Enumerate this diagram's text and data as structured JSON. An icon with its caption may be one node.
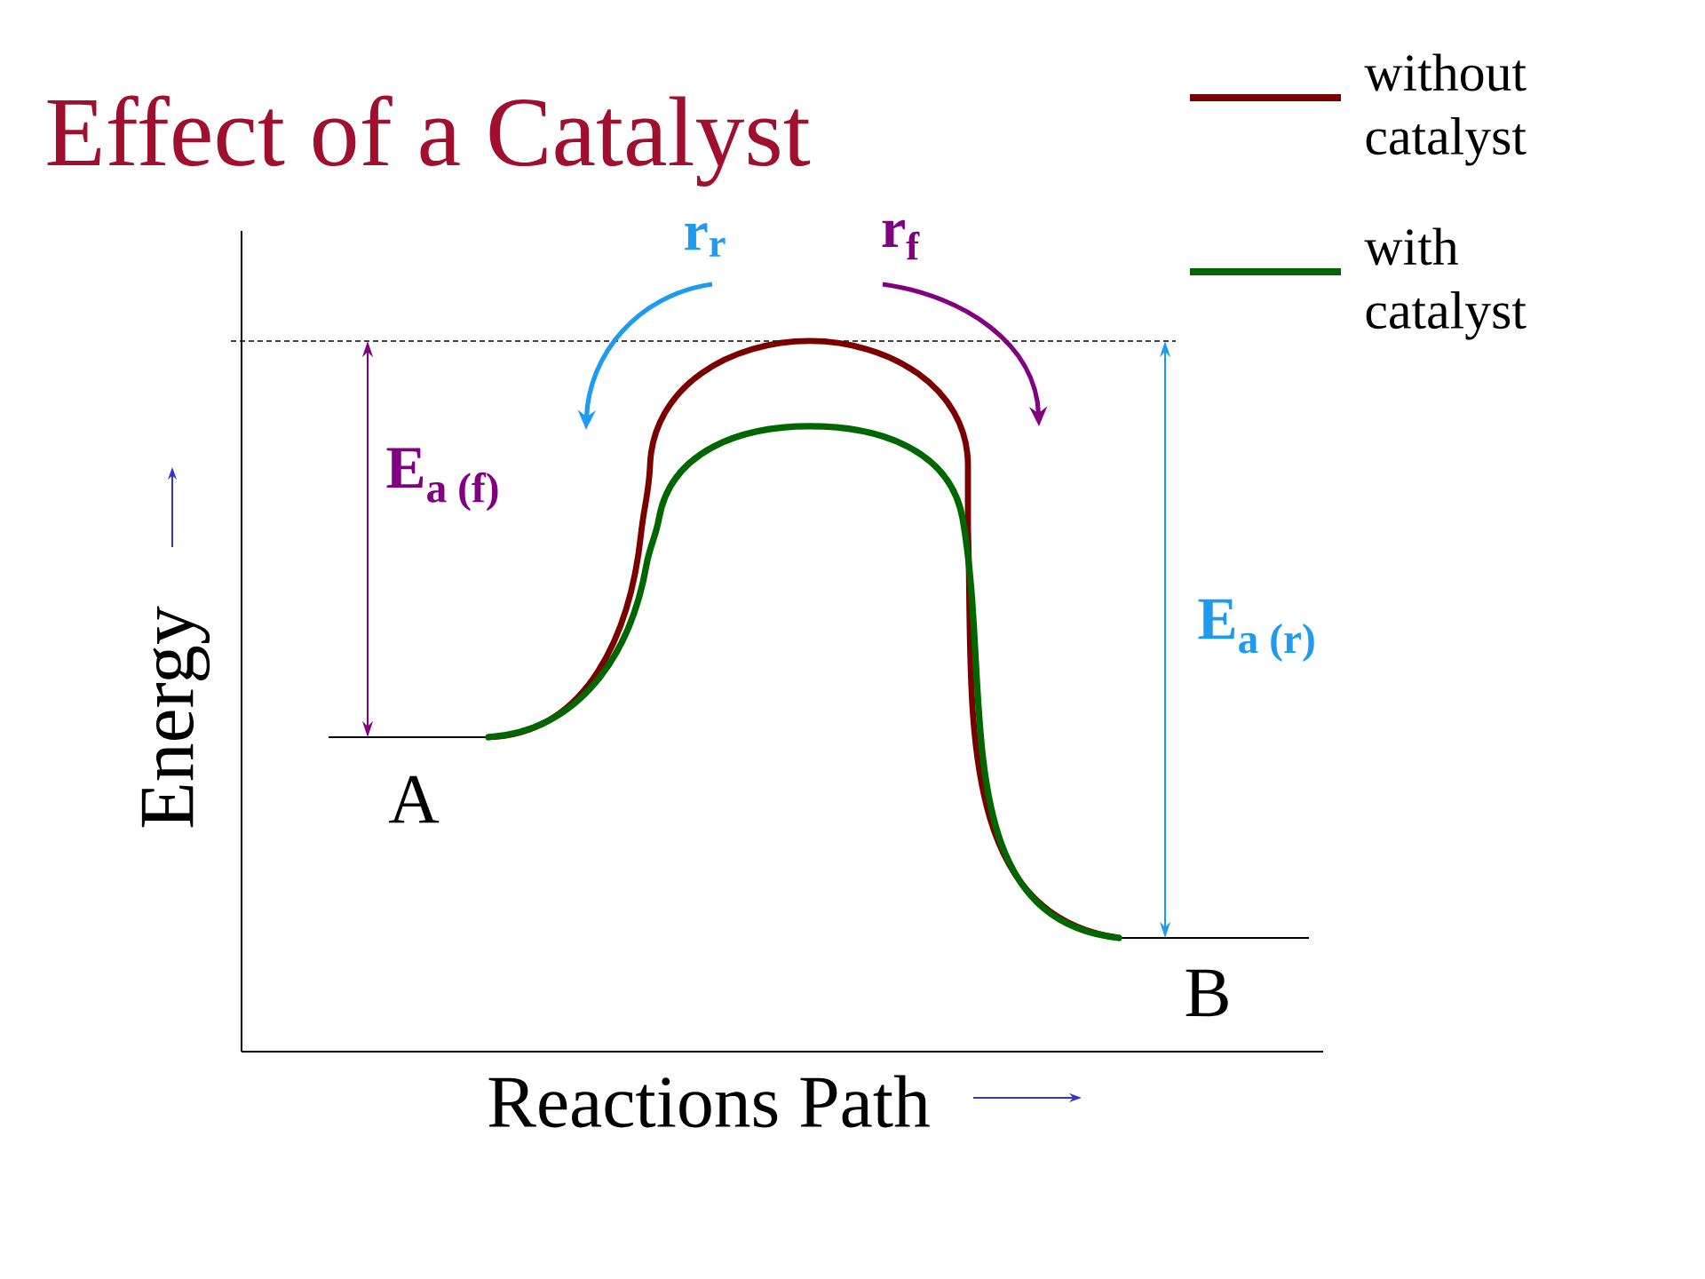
{
  "diagram": {
    "title": "Effect of a Catalyst",
    "labels": [
      "r$_{r}$",
      "r$_{f}$",
      "E$_{a (f)}$",
      "E$_{a (r)}$",
      "Energy",
      "A",
      "B",
      "Reactions Path"
    ],
    "legend": [
      {
        "text": "without catalyst"
      },
      {
        "text": "with catalyst"
      }
    ]
  }
}
